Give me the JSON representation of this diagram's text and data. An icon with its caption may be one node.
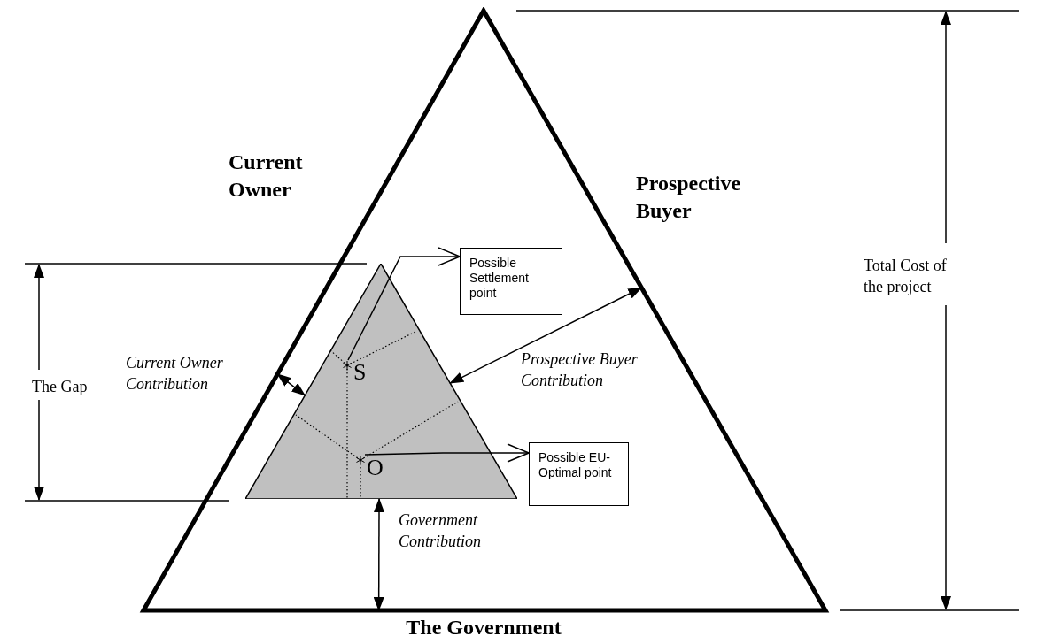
{
  "diagram": {
    "nodes": [
      {
        "text": [],
        "shape": "triangle"
      },
      {
        "text": [],
        "shape": "triangle",
        "in": 0
      },
      {
        "text": [
          "S"
        ],
        "in": 1
      },
      {
        "text": [
          "O"
        ],
        "in": 1
      },
      {
        "text": [
          "Possible Settlement point"
        ],
        "in": 0
      },
      {
        "text": [
          "Possible EU-Optimal point"
        ],
        "in": 0
      }
    ],
    "edges": [
      {
        "from": 2,
        "to": 4,
        "arrow": "to"
      },
      {
        "from": 3,
        "to": 5,
        "arrow": "to"
      },
      {
        "from": 0,
        "to": 1,
        "arrow": "both",
        "label": "Current Owner Contribution"
      },
      {
        "from": 0,
        "to": 1,
        "arrow": "both",
        "label": "Prospective Buyer Contribution"
      },
      {
        "from": 0,
        "to": 1,
        "arrow": "both",
        "label": "Government Contribution"
      }
    ],
    "labels": [
      "Current Owner",
      "Prospective Buyer",
      "Total Cost of the project",
      "The Gap",
      "The Government"
    ]
  }
}
